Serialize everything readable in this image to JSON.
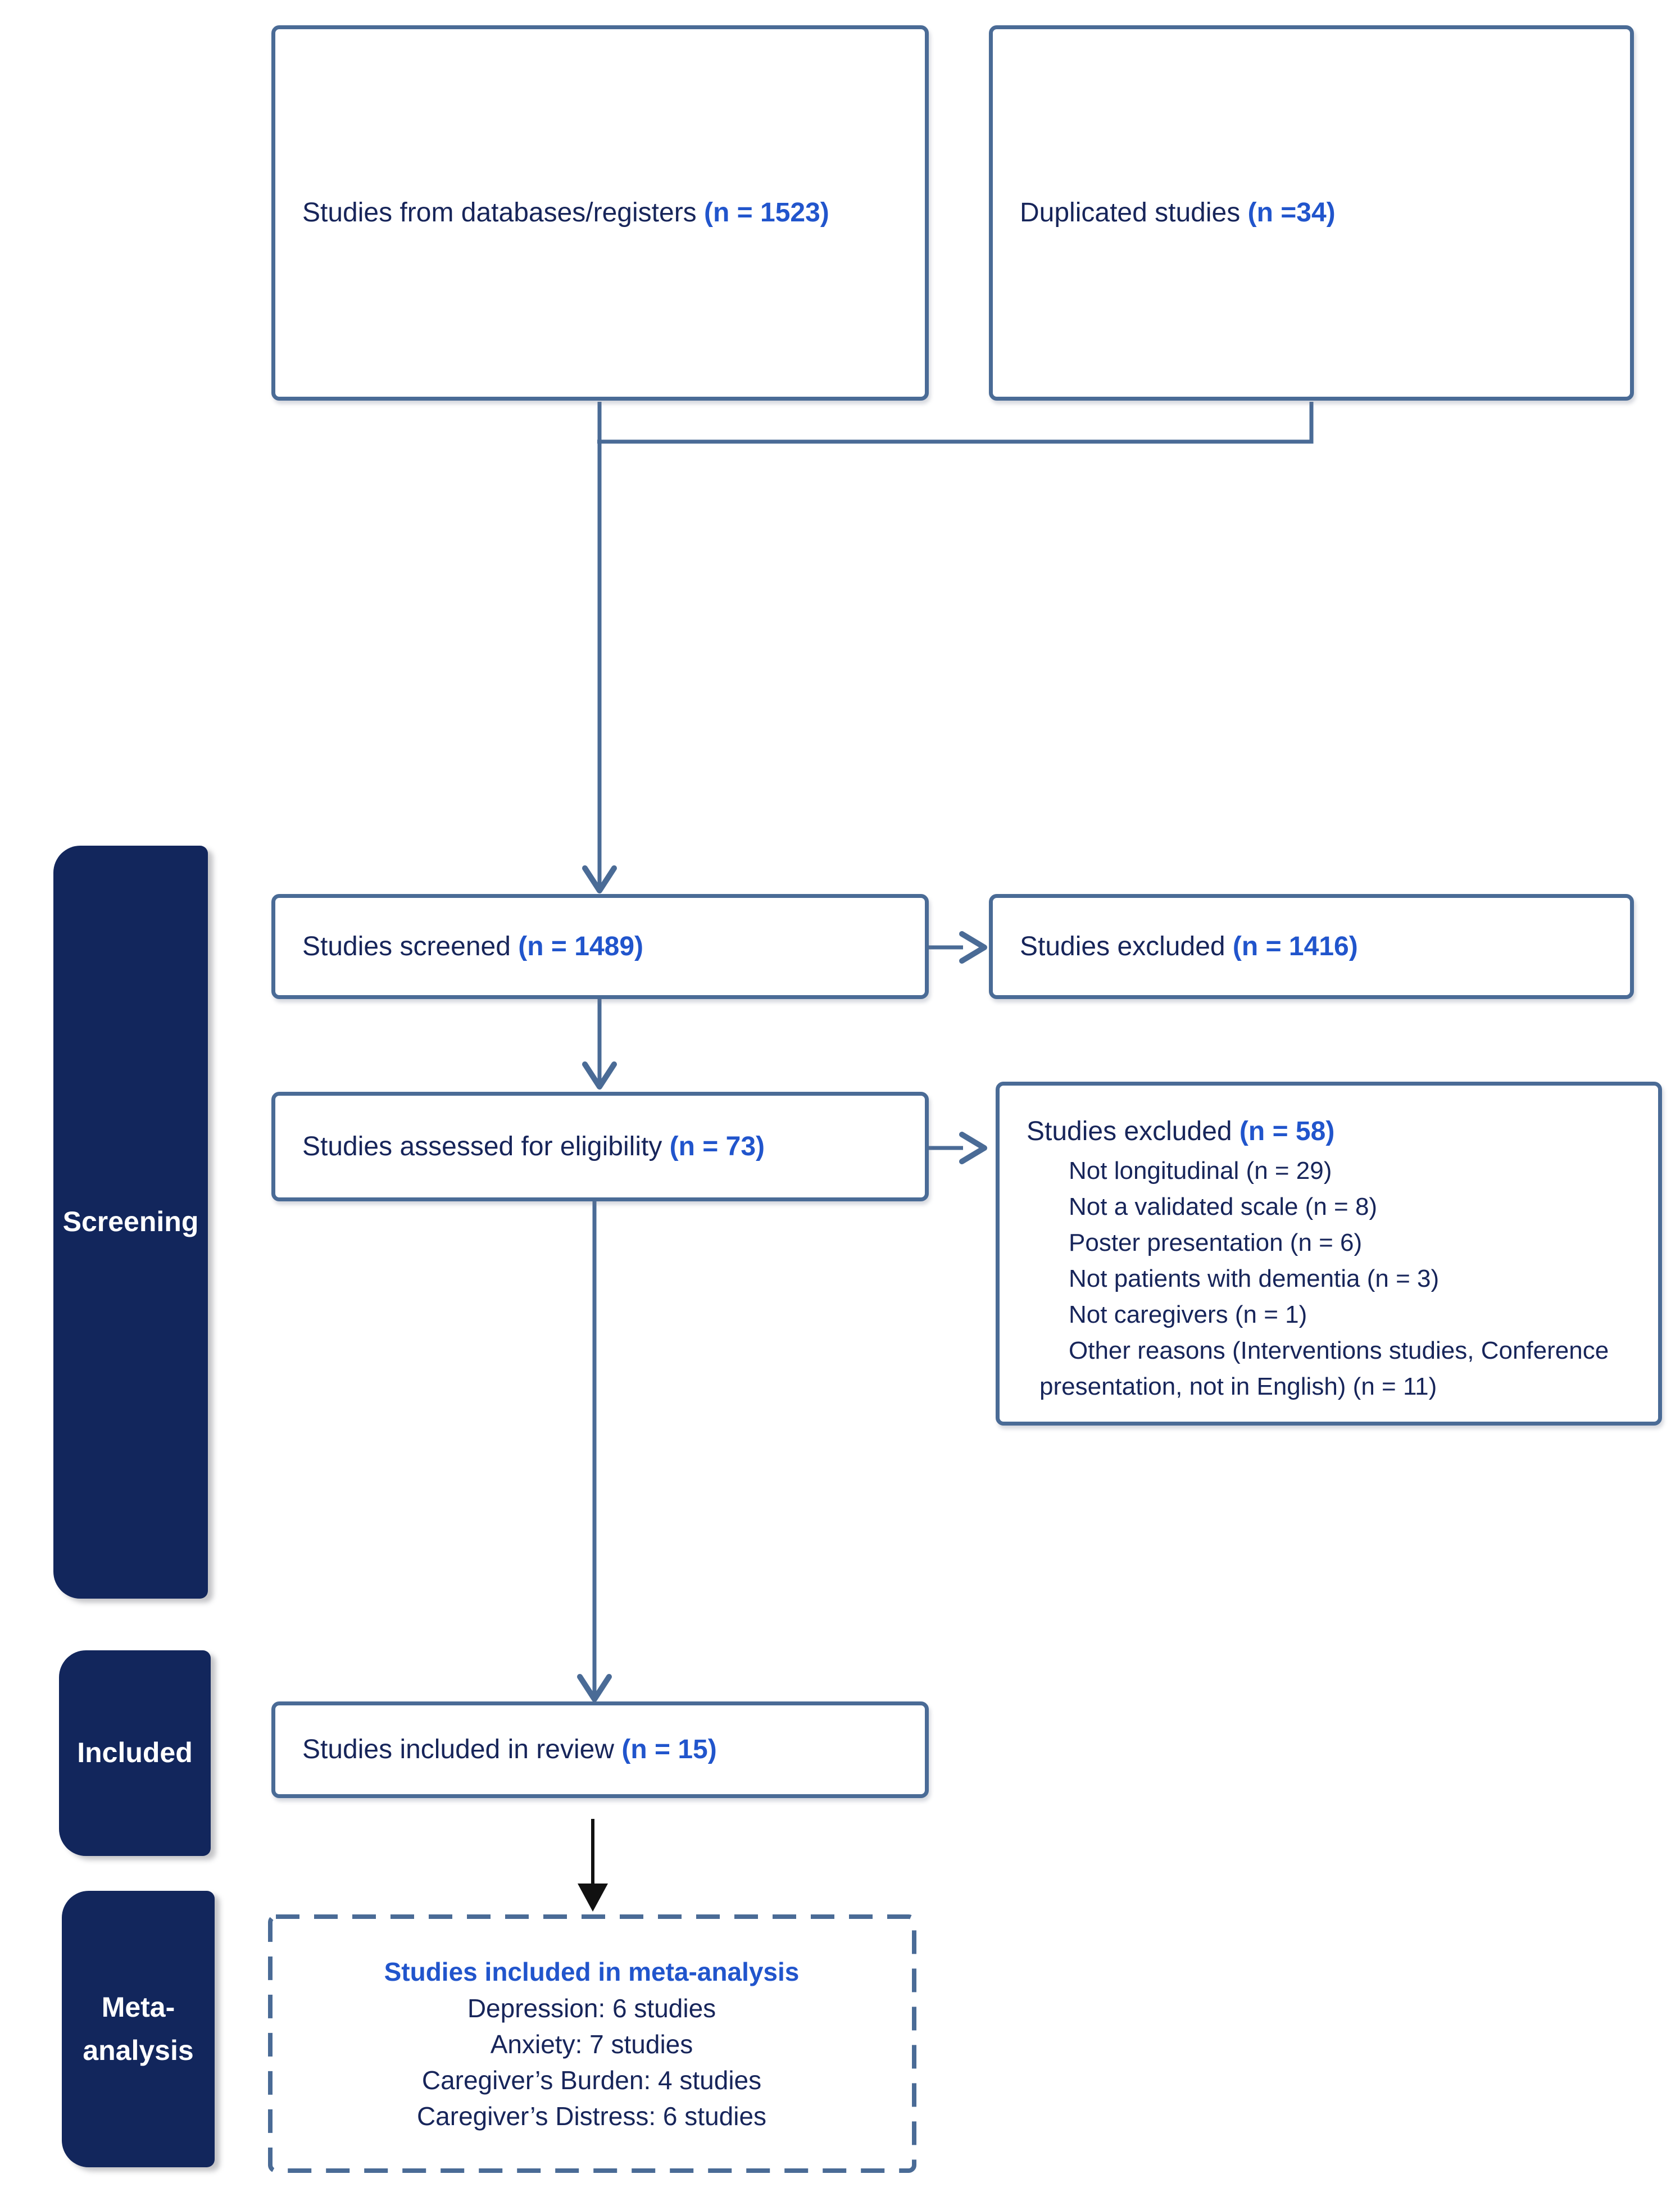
{
  "sidebar": {
    "screening": "Screening",
    "included": "Included",
    "meta": "Meta-analysis"
  },
  "boxes": {
    "databases": {
      "label": "Studies from databases/registers",
      "count": "(n = 1523)"
    },
    "duplicates": {
      "label": "Duplicated studies",
      "count": "(n =34)"
    },
    "screened": {
      "label": "Studies screened",
      "count": "(n = 1489)"
    },
    "excluded_screening": {
      "label": "Studies excluded",
      "count": "(n = 1416)"
    },
    "assessed": {
      "label": "Studies assessed for eligibility",
      "count": "(n = 73)"
    },
    "excluded_eligibility": {
      "label": "Studies excluded",
      "count": "(n = 58)",
      "reasons": [
        "Not longitudinal (n = 29)",
        "Not a validated scale (n = 8)",
        "Poster presentation (n = 6)",
        "Not patients with dementia (n = 3)",
        "Not caregivers (n = 1)",
        "Other reasons (Interventions studies, Conference",
        "presentation, not in English) (n = 11)"
      ]
    },
    "review": {
      "label": "Studies included in review",
      "count": "(n = 15)"
    },
    "meta": {
      "title": "Studies included in meta-analysis",
      "lines": [
        "Depression: 6 studies",
        "Anxiety: 7 studies",
        "Caregiver’s Burden: 4 studies",
        "Caregiver’s Distress: 6 studies"
      ]
    }
  },
  "colors": {
    "line_slate": "#4a6b96",
    "text_navy": "#17255a",
    "accent_blue": "#2155cc",
    "band_navy": "#12265c",
    "arrow_black": "#111111"
  }
}
